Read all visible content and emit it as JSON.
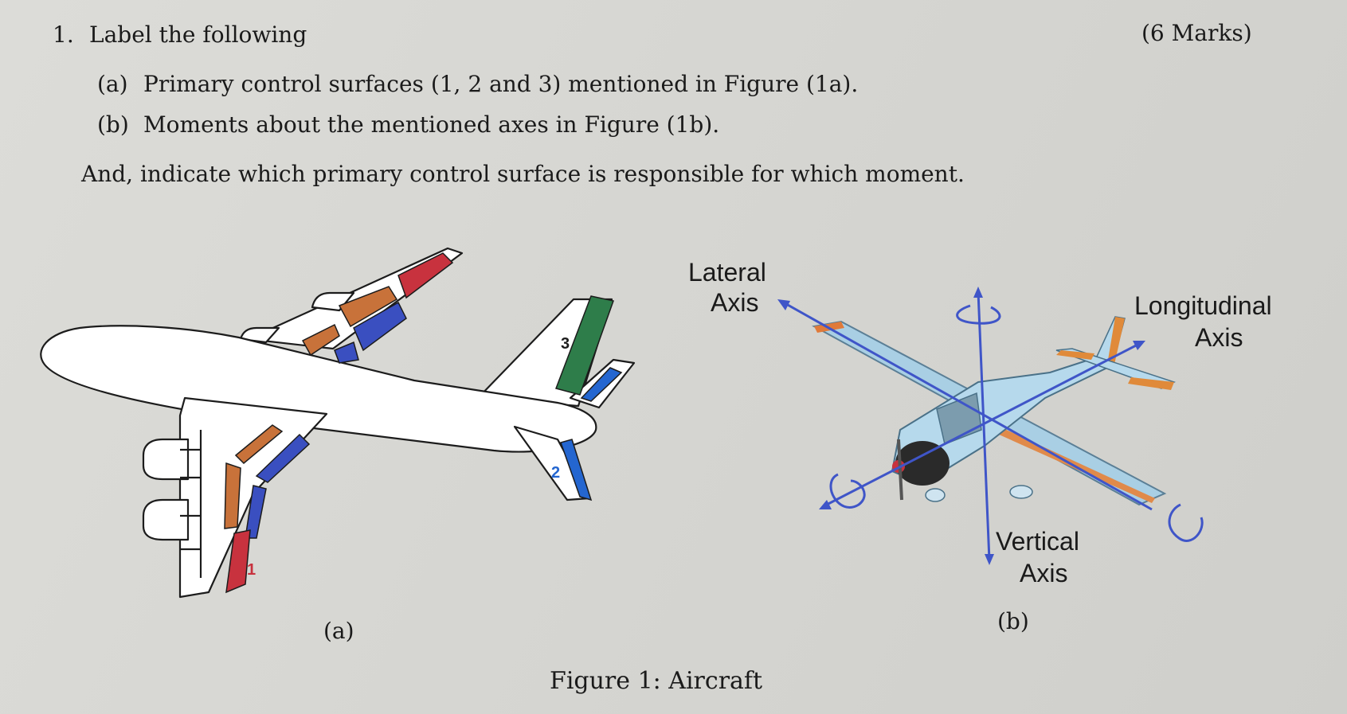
{
  "question": {
    "number": "1.",
    "title": "Label the following",
    "marks": "(6 Marks)",
    "items": [
      {
        "label": "(a)",
        "text": "Primary control surfaces (1, 2 and 3) mentioned in Figure (1a)."
      },
      {
        "label": "(b)",
        "text": "Moments about the mentioned axes in Figure (1b)."
      }
    ],
    "instruction": "And, indicate which primary control surface is responsible for which moment."
  },
  "figure_a": {
    "surface_labels": [
      "1",
      "2",
      "3"
    ],
    "caption": "(a)"
  },
  "figure_b": {
    "axes": {
      "lateral": [
        "Lateral",
        "Axis"
      ],
      "longitudinal": [
        "Longitudinal",
        "Axis"
      ],
      "vertical": [
        "Vertical",
        "Axis"
      ]
    },
    "caption": "(b)"
  },
  "figure_caption": "Figure 1: Aircraft",
  "colors": {
    "aileron_red": "#c8323e",
    "flap_orange": "#c8723a",
    "spoiler_blue": "#3a4fc0",
    "rudder_green": "#2e7d4a",
    "elevator_blue": "#2466d0",
    "axis_blue": "#3f55c8"
  }
}
